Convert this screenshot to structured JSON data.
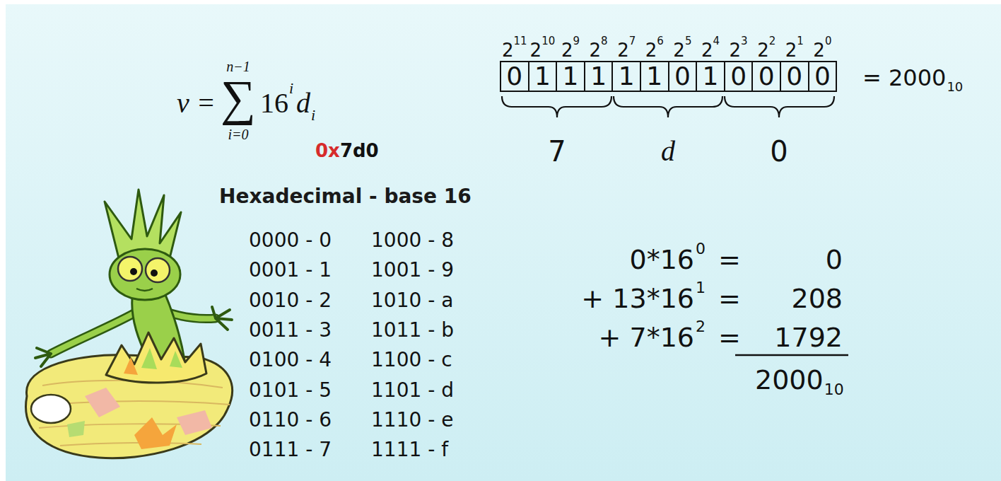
{
  "diagram": {
    "nodes": [
      {
        "text": [
          "0"
        ]
      },
      {
        "text": [
          "1"
        ]
      },
      {
        "text": [
          "1"
        ]
      },
      {
        "text": [
          "1"
        ]
      },
      {
        "text": [
          "1"
        ]
      },
      {
        "text": [
          "1"
        ]
      },
      {
        "text": [
          "0"
        ]
      },
      {
        "text": [
          "1"
        ]
      },
      {
        "text": [
          "0"
        ]
      },
      {
        "text": [
          "0"
        ]
      },
      {
        "text": [
          "0"
        ]
      },
      {
        "text": [
          "0"
        ]
      }
    ],
    "labels": [
      "v =",
      "∑",
      "n−1",
      "i=0",
      "16",
      "i",
      "d",
      "i",
      "0x",
      "7d0",
      "2",
      "11",
      "2",
      "10",
      "2",
      "9",
      "2",
      "8",
      "2",
      "7",
      "2",
      "6",
      "2",
      "5",
      "2",
      "4",
      "2",
      "3",
      "2",
      "2",
      "2",
      "1",
      "2",
      "0",
      "= 2000",
      "10",
      "7",
      "d",
      "0",
      "Hexadecimal - base 16",
      "0000 - 0",
      "0001 - 1",
      "0010 - 2",
      "0011 - 3",
      "0100 - 4",
      "0101 - 5",
      "0110 - 6",
      "0111 - 7",
      "1000 - 8",
      "1001 - 9",
      "1010 - a",
      "1011 - b",
      "1100 - c",
      "1101 - d",
      "1110 - e",
      "1111 - f",
      "0*16",
      "0",
      "=",
      "0",
      "+ 13*16",
      "1",
      "=",
      "208",
      "+ 7*16",
      "2",
      "=",
      "1792",
      "2000",
      "10"
    ]
  }
}
